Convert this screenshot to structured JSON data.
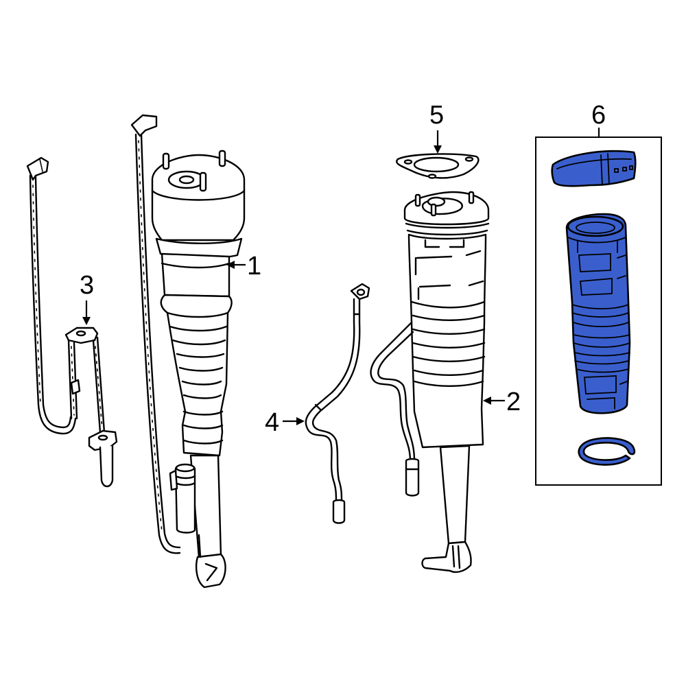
{
  "diagram": {
    "type": "exploded parts diagram",
    "highlight_color": "#3a5fcd",
    "callouts": [
      {
        "id": "1",
        "label": "1",
        "part": "air suspension strut (front)"
      },
      {
        "id": "2",
        "label": "2",
        "part": "air suspension strut (rear)"
      },
      {
        "id": "3",
        "label": "3",
        "part": "sensor wire / bracket"
      },
      {
        "id": "4",
        "label": "4",
        "part": "hose / line"
      },
      {
        "id": "5",
        "label": "5",
        "part": "mount gasket"
      },
      {
        "id": "6",
        "label": "6",
        "part": "boot kit (clamp, bellows, ring)",
        "highlighted": true
      }
    ]
  }
}
